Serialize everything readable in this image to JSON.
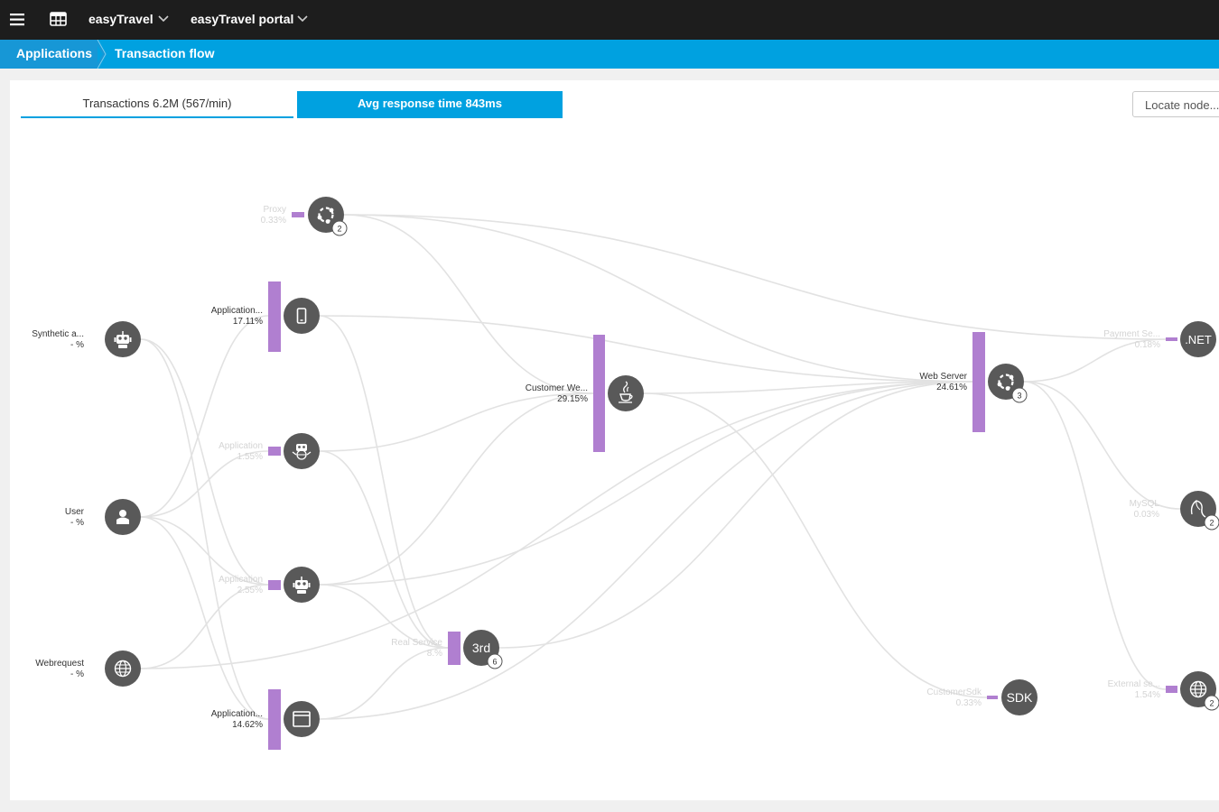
{
  "header": {
    "app_name": "easyTravel",
    "app_subname": "easyTravel portal"
  },
  "breadcrumb": {
    "items": [
      {
        "label": "Applications"
      },
      {
        "label": "Transaction flow"
      }
    ]
  },
  "tabs": [
    {
      "label": "Transactions 6.2M (567/min)",
      "active": false
    },
    {
      "label": "Avg response time 843ms",
      "active": true
    }
  ],
  "locate_node": {
    "label": "Locate node..."
  },
  "colors": {
    "accent": "#00a1e0",
    "bar": "#b07fd0",
    "node": "#595959",
    "link": "#e2e2e2",
    "topbar": "#1d1d1d"
  },
  "nodes": [
    {
      "id": "synthetic",
      "name": "Synthetic a...",
      "value": "- %",
      "icon": "robot-icon"
    },
    {
      "id": "user",
      "name": "User",
      "value": "- %",
      "icon": "user-icon"
    },
    {
      "id": "webrequest",
      "name": "Webrequest",
      "value": "- %",
      "icon": "globe-icon"
    },
    {
      "id": "proxy",
      "name": "Proxy",
      "value": "0.33%",
      "icon": "process-group-icon",
      "count": "2",
      "faded": true
    },
    {
      "id": "app_mobile",
      "name": "Application...",
      "value": "17.11%",
      "icon": "mobile-icon"
    },
    {
      "id": "app_synthetic",
      "name": "Application",
      "value": "1.55%",
      "icon": "synthetic-monitor-icon",
      "faded": true
    },
    {
      "id": "app_robot",
      "name": "Application",
      "value": "2.55%",
      "icon": "robot-icon",
      "faded": true
    },
    {
      "id": "app_web",
      "name": "Application...",
      "value": "14.62%",
      "icon": "browser-window-icon"
    },
    {
      "id": "third",
      "name": "Real Service",
      "value": "8.%",
      "icon": "third-party-icon",
      "badge_text": "3rd",
      "count": "6",
      "faded": true
    },
    {
      "id": "customer",
      "name": "Customer We...",
      "value": "29.15%",
      "icon": "java-icon"
    },
    {
      "id": "sdk",
      "name": "CustomerSdk",
      "value": "0.33%",
      "icon": "sdk-icon",
      "badge_text": "SDK",
      "faded": true
    },
    {
      "id": "webserver",
      "name": "Web Server",
      "value": "24.61%",
      "icon": "process-group-icon",
      "count": "3"
    },
    {
      "id": "dotnet",
      "name": "Payment Se...",
      "value": "0.18%",
      "icon": "dotnet-icon",
      "badge_text": ".NET",
      "faded": true
    },
    {
      "id": "mysql",
      "name": "MySQL",
      "value": "0.03%",
      "icon": "database-icon",
      "count": "2",
      "faded": true
    },
    {
      "id": "external",
      "name": "External se...",
      "value": "1.54%",
      "icon": "globe-icon",
      "count": "2",
      "faded": true
    }
  ],
  "links": [
    [
      "synthetic",
      "app_robot"
    ],
    [
      "synthetic",
      "app_web"
    ],
    [
      "user",
      "app_mobile"
    ],
    [
      "user",
      "app_synthetic"
    ],
    [
      "user",
      "app_robot"
    ],
    [
      "user",
      "app_web"
    ],
    [
      "webrequest",
      "app_robot"
    ],
    [
      "webrequest",
      "webserver"
    ],
    [
      "proxy",
      "customer"
    ],
    [
      "proxy",
      "webserver"
    ],
    [
      "proxy",
      "dotnet"
    ],
    [
      "app_mobile",
      "webserver"
    ],
    [
      "app_mobile",
      "third"
    ],
    [
      "app_synthetic",
      "customer"
    ],
    [
      "app_synthetic",
      "third"
    ],
    [
      "app_robot",
      "customer"
    ],
    [
      "app_robot",
      "webserver"
    ],
    [
      "app_robot",
      "third"
    ],
    [
      "app_web",
      "third"
    ],
    [
      "app_web",
      "webserver"
    ],
    [
      "third",
      "webserver"
    ],
    [
      "customer",
      "webserver"
    ],
    [
      "customer",
      "sdk"
    ],
    [
      "webserver",
      "dotnet"
    ],
    [
      "webserver",
      "mysql"
    ],
    [
      "webserver",
      "external"
    ]
  ]
}
